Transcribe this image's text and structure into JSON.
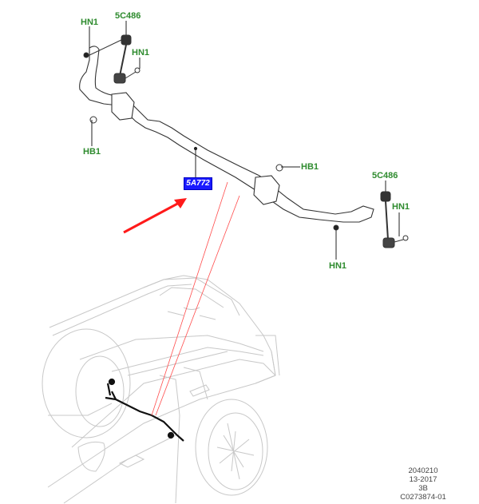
{
  "diagram": {
    "title": "Front stabilizer bar assembly",
    "callouts": [
      {
        "id": "hn1-top-left",
        "label": "HN1"
      },
      {
        "id": "5c486-top",
        "label": "5C486"
      },
      {
        "id": "hn1-top-mid",
        "label": "HN1"
      },
      {
        "id": "hb1-left",
        "label": "HB1"
      },
      {
        "id": "hb1-right",
        "label": "HB1"
      },
      {
        "id": "5c486-right",
        "label": "5C486"
      },
      {
        "id": "hn1-right",
        "label": "HN1"
      },
      {
        "id": "hn1-bottom",
        "label": "HN1"
      }
    ],
    "highlighted_part": {
      "label": "5A772",
      "color": "#1a1aff"
    },
    "pointer_arrow_color": "#ff1a1a",
    "callout_color": "#2e8b2e",
    "reference": {
      "line1": "2040210",
      "line2": "13-2017",
      "line3": "3B",
      "line4": "C0273874-01"
    }
  }
}
